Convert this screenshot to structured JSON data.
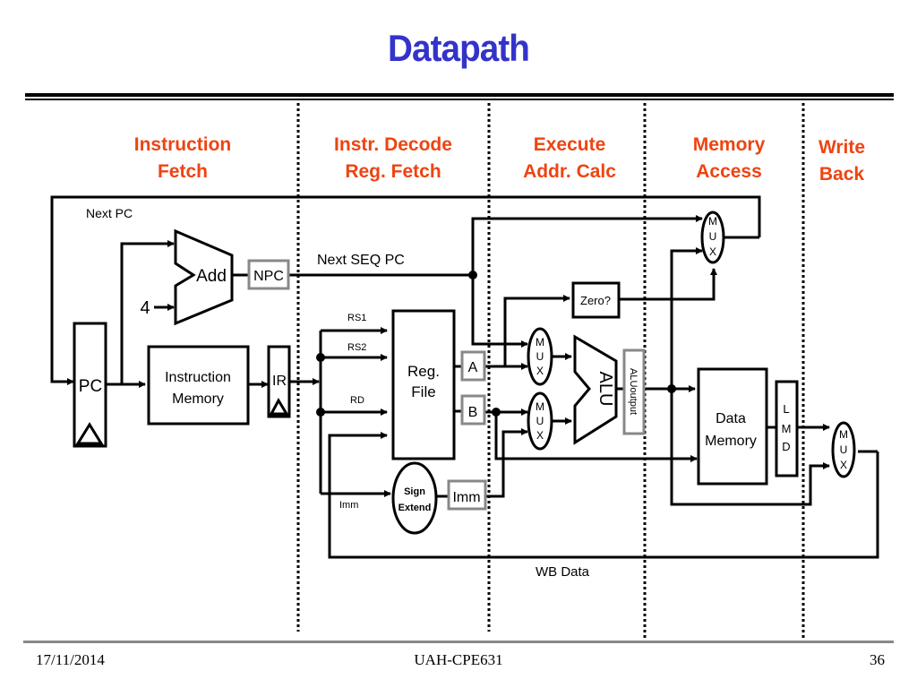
{
  "slide": {
    "title": "Datapath",
    "footer": {
      "date": "17/11/2014",
      "course": "UAH-CPE631",
      "page": "36"
    }
  },
  "stages": [
    {
      "line1": "Instruction",
      "line2": "Fetch"
    },
    {
      "line1": "Instr. Decode",
      "line2": "Reg. Fetch"
    },
    {
      "line1": "Execute",
      "line2": "Addr. Calc"
    },
    {
      "line1": "Memory",
      "line2": "Access"
    },
    {
      "line1": "Write",
      "line2": "Back"
    }
  ],
  "colors": {
    "title": "#3333cc",
    "stage": "#ee4411",
    "latch_border": "#888888"
  },
  "blocks": {
    "pc": "PC",
    "adder": "Add",
    "four": "4",
    "npc": "NPC",
    "imem_line1": "Instruction",
    "imem_line2": "Memory",
    "ir": "IR",
    "regfile_line1": "Reg.",
    "regfile_line2": "File",
    "a": "A",
    "b": "B",
    "sign_line1": "Sign",
    "sign_line2": "Extend",
    "imm": "Imm",
    "zero": "Zero?",
    "alu": "ALU",
    "aluoutput": "ALUoutput",
    "dmem_line1": "Data",
    "dmem_line2": "Memory",
    "lmd": [
      "L",
      "M",
      "D"
    ],
    "mux": [
      "M",
      "U",
      "X"
    ]
  },
  "signals": {
    "next_pc": "Next PC",
    "next_seq_pc": "Next SEQ PC",
    "rs1": "RS1",
    "rs2": "RS2",
    "rd": "RD",
    "imm": "Imm",
    "wb_data": "WB Data"
  }
}
